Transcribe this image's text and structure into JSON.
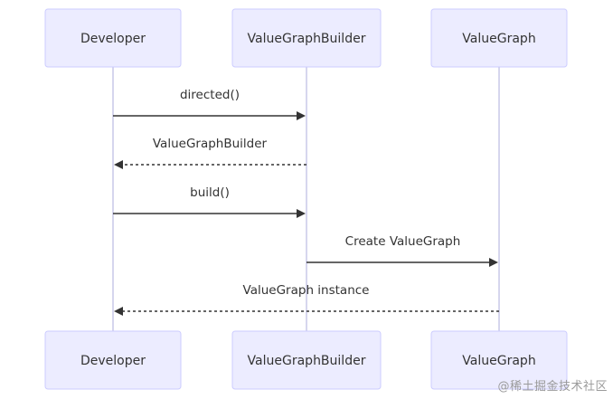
{
  "actors": [
    {
      "label": "Developer"
    },
    {
      "label": "ValueGraphBuilder"
    },
    {
      "label": "ValueGraph"
    }
  ],
  "messages": [
    {
      "from": 0,
      "to": 1,
      "label": "directed()",
      "style": "solid"
    },
    {
      "from": 1,
      "to": 0,
      "label": "ValueGraphBuilder",
      "style": "dashed"
    },
    {
      "from": 0,
      "to": 1,
      "label": "build()",
      "style": "solid"
    },
    {
      "from": 1,
      "to": 2,
      "label": "Create ValueGraph",
      "style": "solid"
    },
    {
      "from": 2,
      "to": 0,
      "label": "ValueGraph instance",
      "style": "dashed"
    }
  ],
  "watermark": "@稀土掘金技术社区",
  "colors": {
    "actor_fill": "#ECECFF",
    "actor_stroke": "#CCCCFF",
    "lifeline": "#C8C8E8",
    "text": "#333333",
    "watermark": "#9a9a9a"
  }
}
